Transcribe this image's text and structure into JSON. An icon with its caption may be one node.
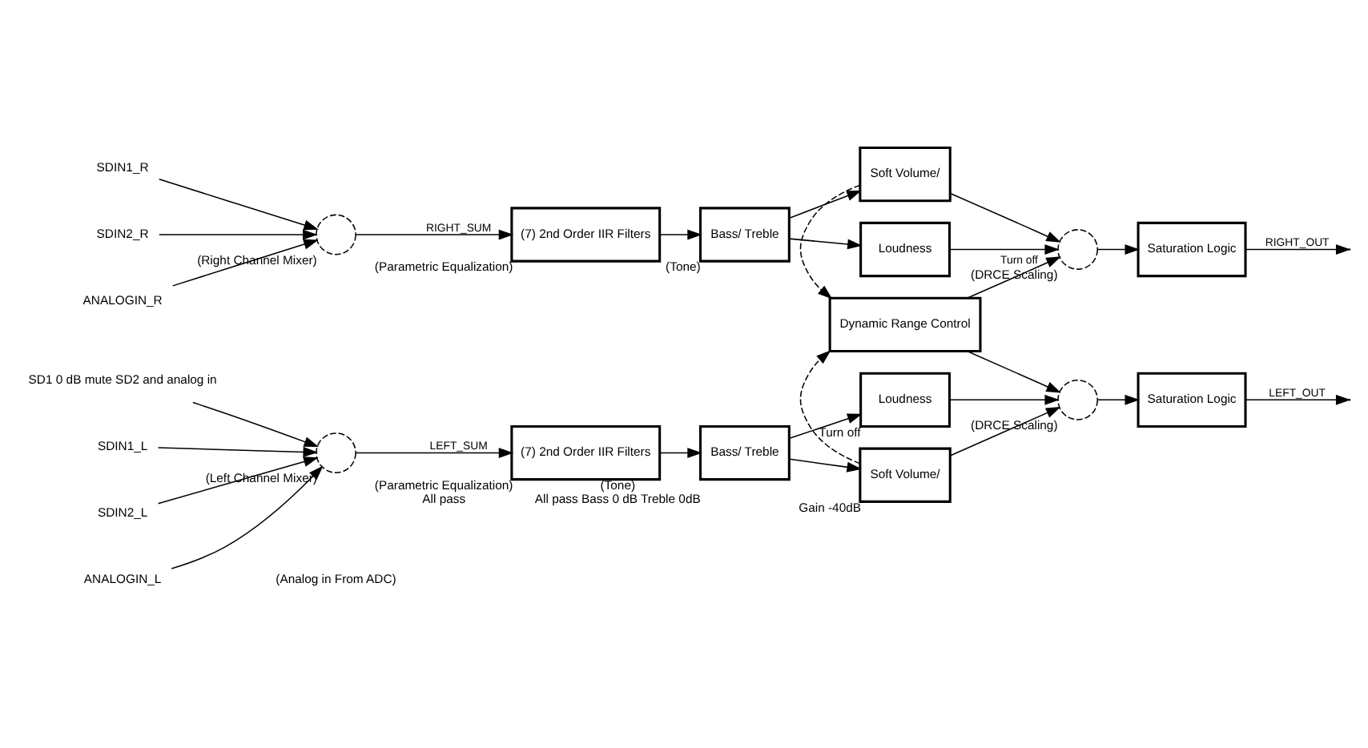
{
  "diagram": {
    "nodes": [
      {
        "text": [
          "SDIN1_L"
        ]
      },
      {
        "text": [
          "SDIN2_L"
        ]
      },
      {
        "text": [
          "ANALOGIN_L"
        ]
      },
      {
        "text": [],
        "shape": "circle",
        "beside": [
          "(Left Channel Mixer)"
        ]
      },
      {
        "text": [
          "(7) 2nd Order IIR Filters"
        ],
        "beside": [
          "(Parametric Equalization)",
          "All pass"
        ]
      },
      {
        "text": [
          "Bass/ Treble"
        ],
        "beside": [
          "(Tone)",
          "All pass Bass 0 dB Treble 0dB"
        ]
      },
      {
        "text": [
          "Loudness"
        ],
        "beside": [
          "Turn off"
        ]
      },
      {
        "text": [
          "Soft Volume/"
        ],
        "beside": [
          "Gain -40dB"
        ]
      },
      {
        "text": [],
        "shape": "circle",
        "beside": [
          "(DRCE Scaling)"
        ]
      },
      {
        "text": [
          "Saturation Logic"
        ]
      },
      {
        "text": [
          "Dynamic Range Control"
        ]
      },
      {
        "text": [
          "ANALOGIN_R"
        ]
      },
      {
        "text": [
          "SDIN1_R"
        ]
      },
      {
        "text": [
          "SDIN2_R"
        ]
      },
      {
        "text": [],
        "shape": "circle",
        "beside": [
          "(Right Channel Mixer)"
        ]
      },
      {
        "text": [
          "(7) 2nd Order IIR Filters"
        ],
        "beside": [
          "(Parametric Equalization)"
        ]
      },
      {
        "text": [
          "Bass/ Treble"
        ],
        "beside": [
          "(Tone)"
        ]
      },
      {
        "text": [
          "Soft Volume/"
        ]
      },
      {
        "text": [
          "Loudness"
        ]
      },
      {
        "text": [],
        "shape": "circle",
        "beside": [
          "(DRCE Scaling)"
        ]
      },
      {
        "text": [
          "Saturation Logic"
        ]
      },
      {
        "text": [
          "SD1 0 dB mute SD2 and analog in"
        ]
      }
    ],
    "edges": [
      {
        "from": 21,
        "to": 3,
        "arrow": "to"
      },
      {
        "from": 0,
        "to": 3,
        "arrow": "to"
      },
      {
        "from": 1,
        "to": 3,
        "arrow": "to"
      },
      {
        "from": 2,
        "to": 3,
        "arrow": "to"
      },
      {
        "from": 3,
        "to": 4,
        "arrow": "to",
        "label": "LEFT_SUM"
      },
      {
        "from": 4,
        "to": 5,
        "arrow": "to"
      },
      {
        "from": 5,
        "to": 6,
        "arrow": "to"
      },
      {
        "from": 5,
        "to": 7,
        "arrow": "to"
      },
      {
        "from": 6,
        "to": 8,
        "arrow": "to"
      },
      {
        "from": 7,
        "to": 8,
        "arrow": "to"
      },
      {
        "from": 8,
        "to": 9,
        "arrow": "to"
      },
      {
        "from": 9,
        "to": null,
        "arrow": "to",
        "label": "LEFT_OUT"
      },
      {
        "from": 7,
        "to": 10,
        "arrow": "to",
        "style": "dashed"
      },
      {
        "from": 10,
        "to": 8,
        "arrow": "to"
      },
      {
        "from": 10,
        "to": 19,
        "arrow": "to",
        "label": "Turn off"
      },
      {
        "from": 11,
        "to": 14,
        "arrow": "to"
      },
      {
        "from": 12,
        "to": 14,
        "arrow": "to"
      },
      {
        "from": 13,
        "to": 14,
        "arrow": "to"
      },
      {
        "from": 14,
        "to": 15,
        "arrow": "to",
        "label": "RIGHT_SUM"
      },
      {
        "from": 15,
        "to": 16,
        "arrow": "to"
      },
      {
        "from": 16,
        "to": 17,
        "arrow": "to"
      },
      {
        "from": 16,
        "to": 18,
        "arrow": "to"
      },
      {
        "from": 18,
        "to": 19,
        "arrow": "to"
      },
      {
        "from": 17,
        "to": 19,
        "arrow": "to"
      },
      {
        "from": 17,
        "to": 10,
        "arrow": "to",
        "style": "dashed"
      },
      {
        "from": 19,
        "to": 20,
        "arrow": "to"
      },
      {
        "from": 20,
        "to": null,
        "arrow": "to",
        "label": "RIGHT_OUT"
      }
    ],
    "labels": [
      "(Analog in From ADC)"
    ]
  }
}
